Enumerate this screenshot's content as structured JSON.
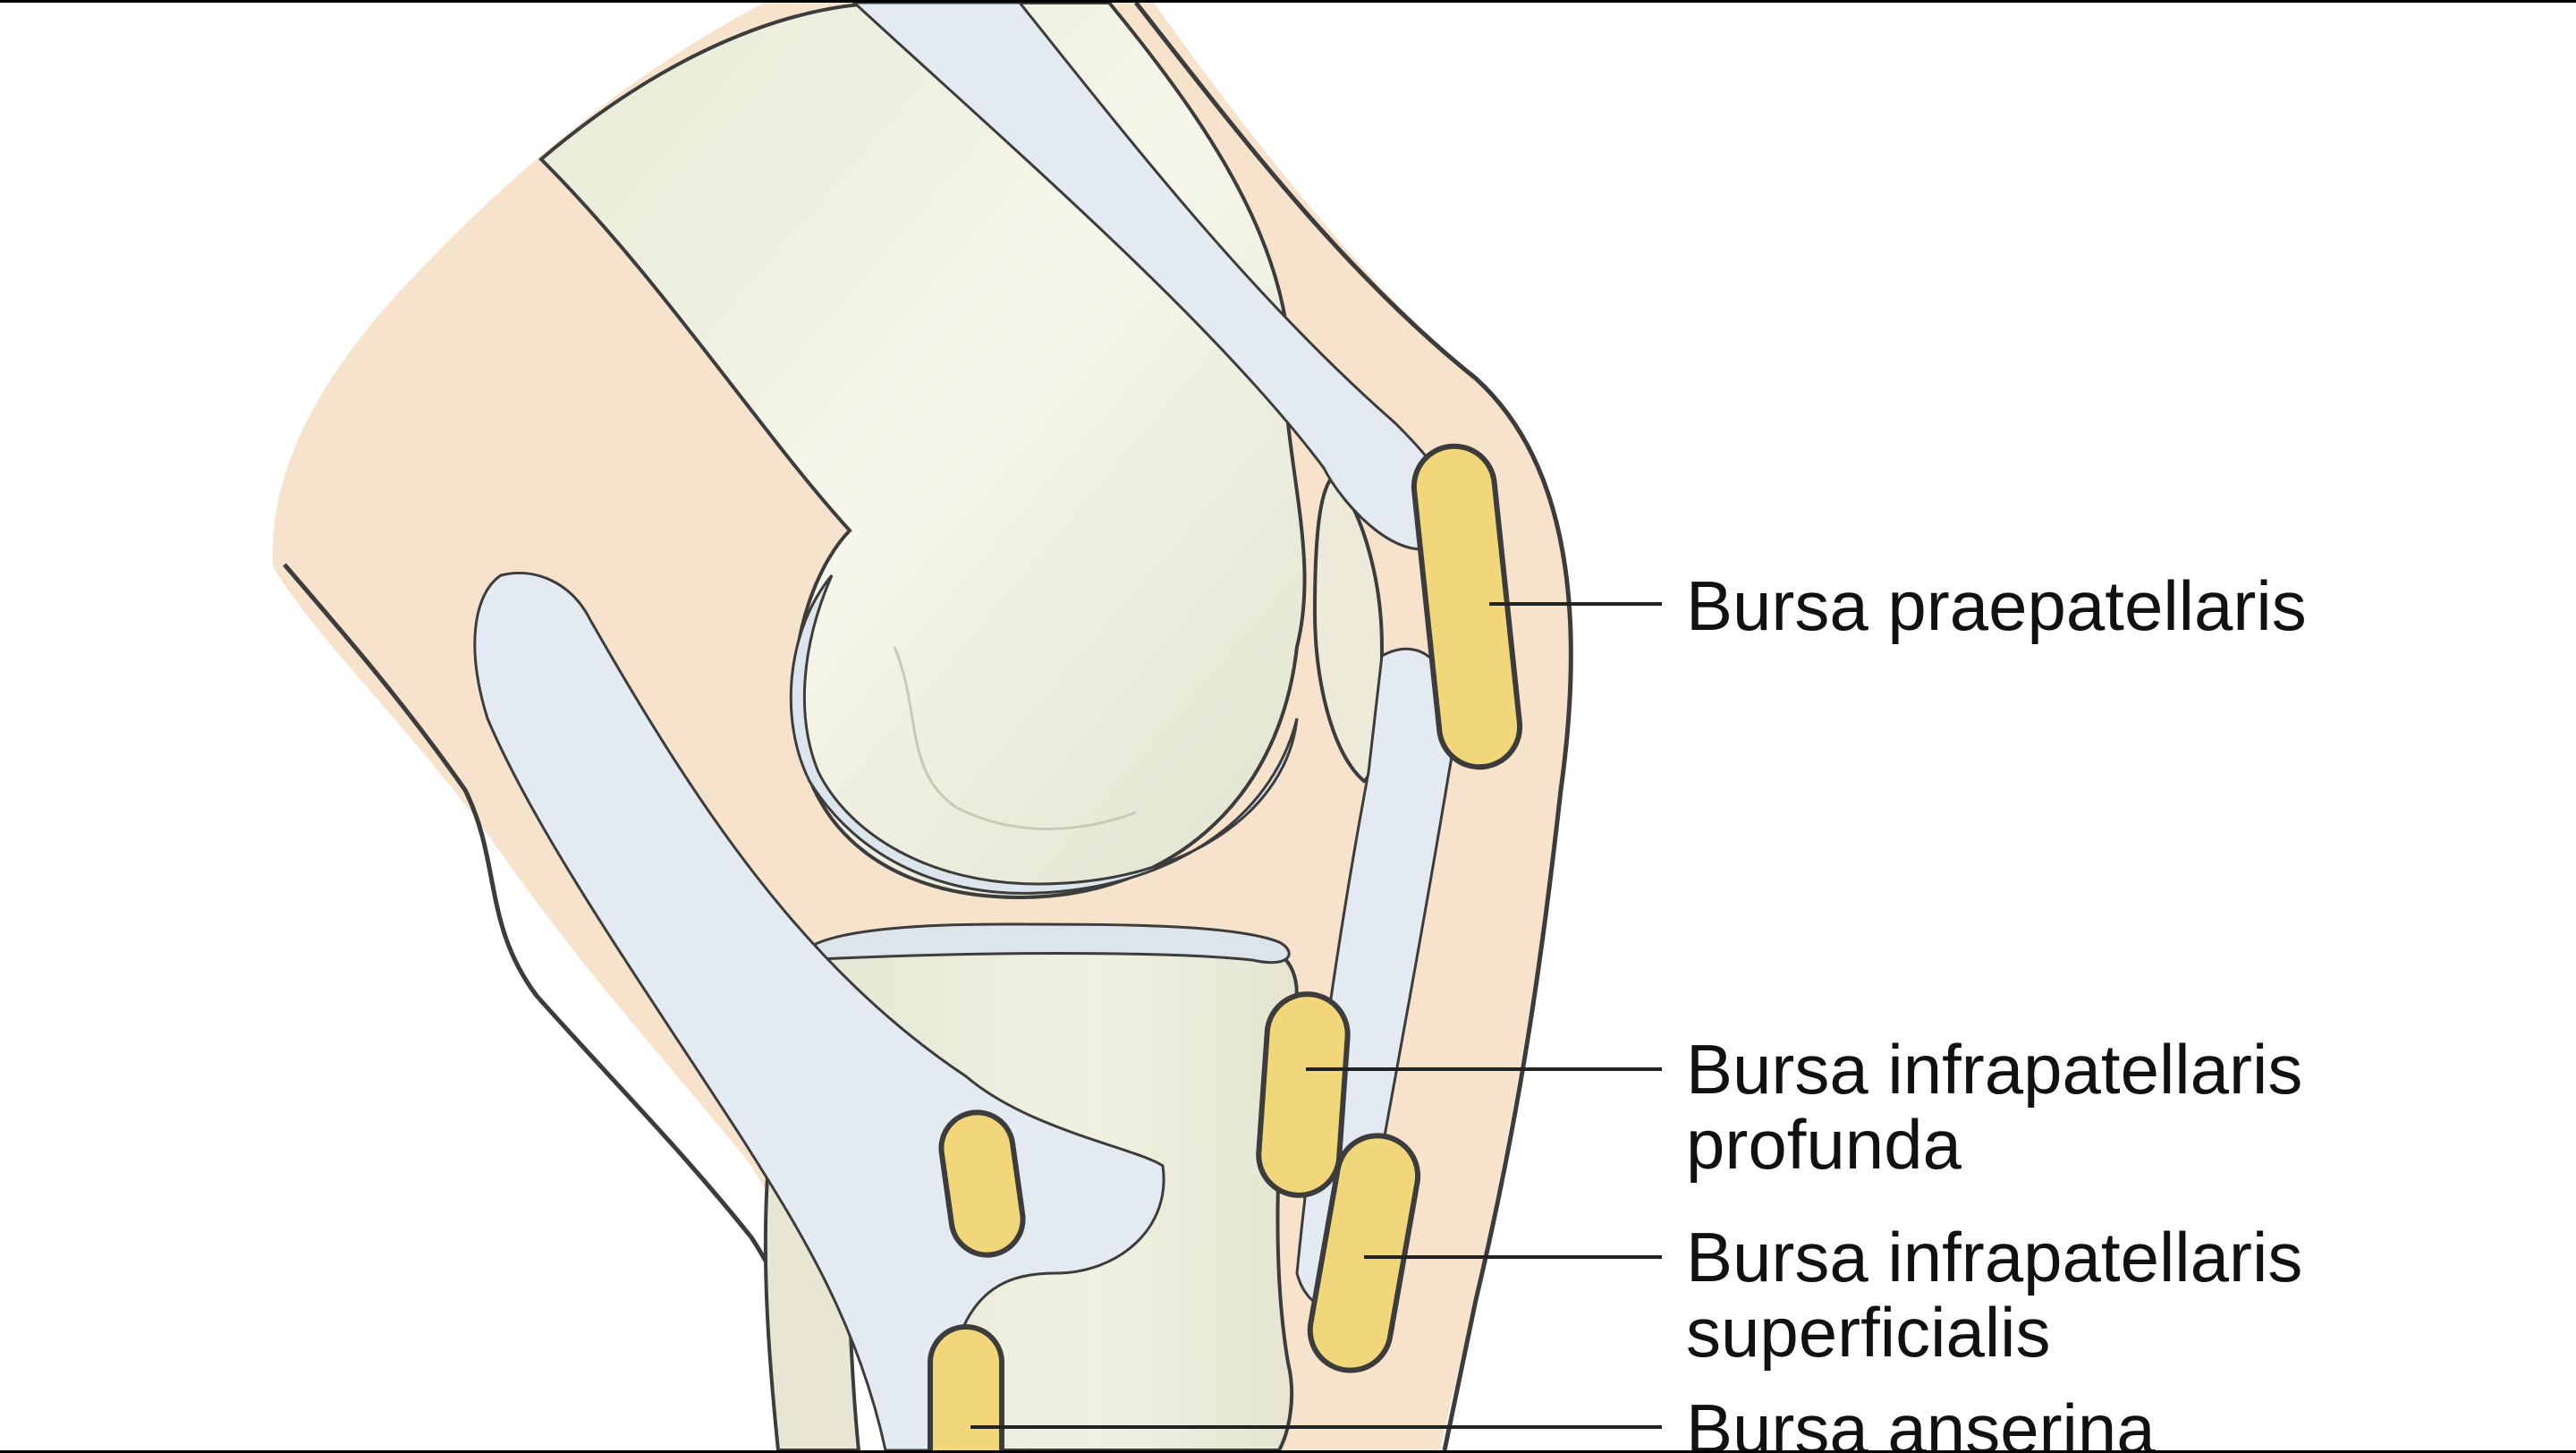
{
  "labels": {
    "praepatellaris": "Bursa praepatellaris",
    "infra_profunda_1": "Bursa infrapatellaris",
    "infra_profunda_2": "profunda",
    "infra_superficialis_1": "Bursa infrapatellaris",
    "infra_superficialis_2": "superficialis",
    "anserina": "Bursa anserina"
  },
  "colors": {
    "skin": "#f7e2cc",
    "bone": "#ecebda",
    "bone_shade": "#dedfcb",
    "cartilage": "#dde5ec",
    "ligament": "#e3eaf2",
    "bursa_fill": "#f1d67a",
    "outline": "#3c3c3c",
    "background": "#ffffff"
  }
}
